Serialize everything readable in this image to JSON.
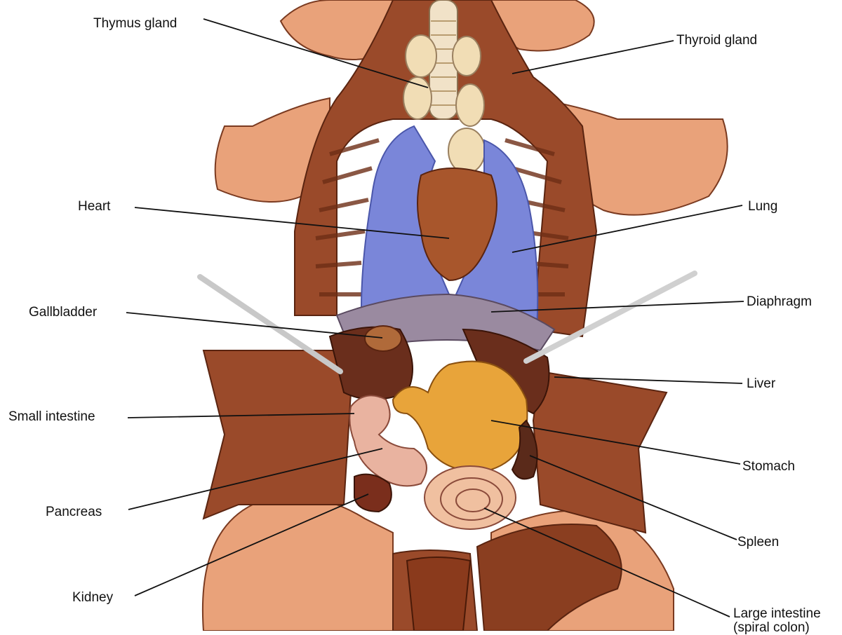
{
  "labels": {
    "thymus": "Thymus gland",
    "thyroid": "Thyroid gland",
    "heart": "Heart",
    "lung": "Lung",
    "gallbladder": "Gallbladder",
    "diaphragm": "Diaphragm",
    "small_intestine": "Small intestine",
    "liver": "Liver",
    "stomach": "Stomach",
    "pancreas": "Pancreas",
    "spleen": "Spleen",
    "kidney": "Kidney",
    "large_intestine_line1": "Large intestine",
    "large_intestine_line2": "(spiral colon)"
  },
  "colors": {
    "skin": "#e9a27a",
    "skin_light": "#f3c2a0",
    "muscle": "#9a4a2a",
    "muscle_dark": "#6e2e16",
    "lung": "#7a86d9",
    "lung_dark": "#5a66bf",
    "heart": "#a8562c",
    "thymus": "#f1ddb5",
    "liver": "#5e2a1a",
    "stomach": "#e8a43a",
    "intestine": "#e9b3a0",
    "diaphragm": "#9a8aa0",
    "leader": "#111111"
  }
}
